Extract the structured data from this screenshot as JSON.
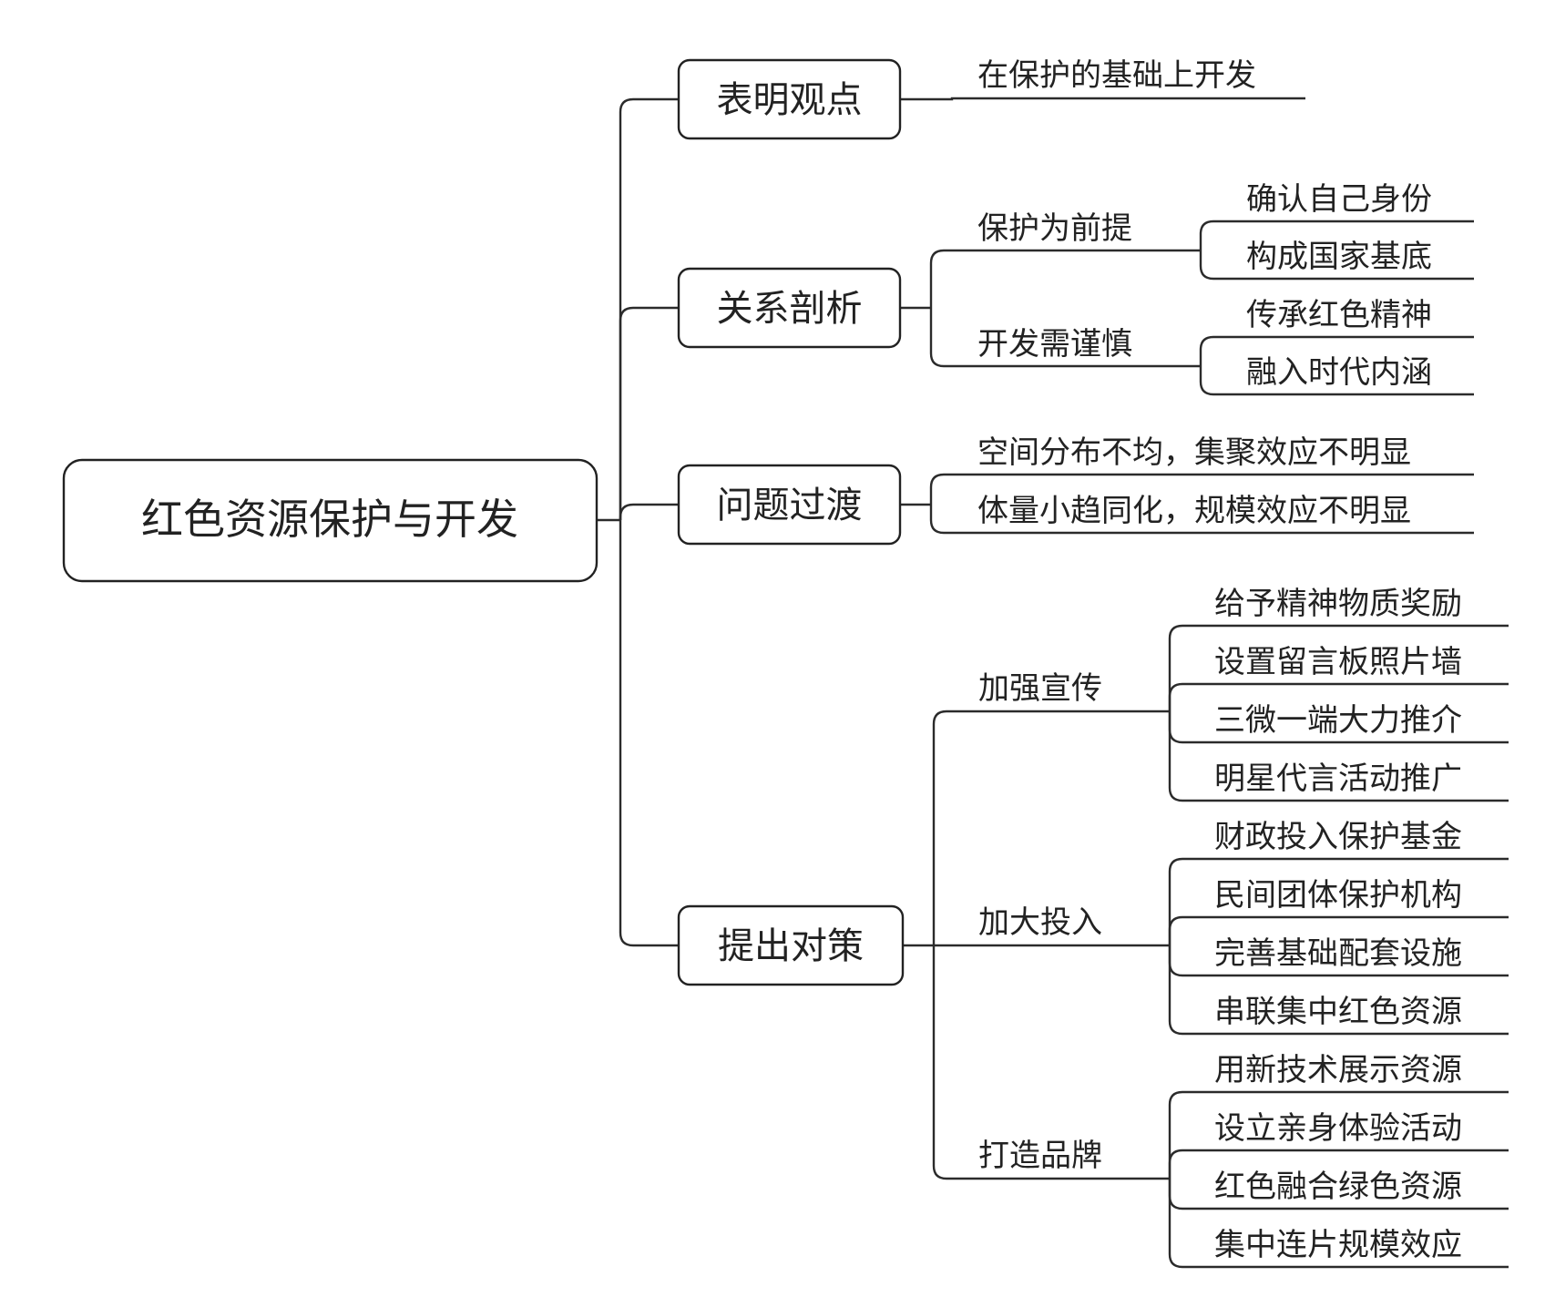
{
  "root": {
    "label": "红色资源保护与开发"
  },
  "branches": [
    {
      "label": "表明观点",
      "children": [
        {
          "label": "在保护的基础上开发",
          "children": []
        }
      ]
    },
    {
      "label": "关系剖析",
      "children": [
        {
          "label": "保护为前提",
          "children": [
            "确认自己身份",
            "构成国家基底"
          ]
        },
        {
          "label": "开发需谨慎",
          "children": [
            "传承红色精神",
            "融入时代内涵"
          ]
        }
      ]
    },
    {
      "label": "问题过渡",
      "children": [
        {
          "label": "空间分布不均，集聚效应不明显",
          "children": []
        },
        {
          "label": "体量小趋同化，规模效应不明显",
          "children": []
        }
      ]
    },
    {
      "label": "提出对策",
      "children": [
        {
          "label": "加强宣传",
          "children": [
            "给予精神物质奖励",
            "设置留言板照片墙",
            "三微一端大力推介",
            "明星代言活动推广"
          ]
        },
        {
          "label": "加大投入",
          "children": [
            "财政投入保护基金",
            "民间团体保护机构",
            "完善基础配套设施",
            "串联集中红色资源"
          ]
        },
        {
          "label": "打造品牌",
          "children": [
            "用新技术展示资源",
            "设立亲身体验活动",
            "红色融合绿色资源",
            "集中连片规模效应"
          ]
        }
      ]
    }
  ]
}
